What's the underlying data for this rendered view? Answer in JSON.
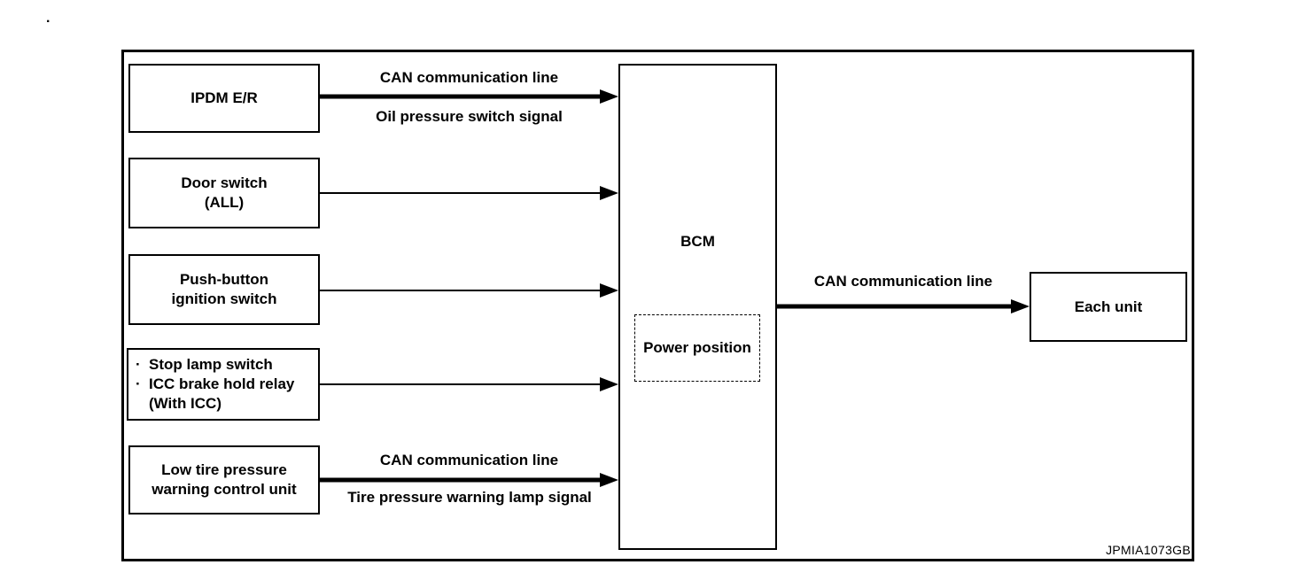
{
  "page": {
    "corner_dot": ".",
    "figure_code": "JPMIA1073GB"
  },
  "colors": {
    "ink": "#000000",
    "background": "#ffffff"
  },
  "nodes": {
    "ipdm": {
      "lines": [
        "IPDM E/R"
      ]
    },
    "door_switch": {
      "lines": [
        "Door switch",
        "(ALL)"
      ]
    },
    "push_button": {
      "lines": [
        "Push-button",
        "ignition switch"
      ]
    },
    "stop_lamp": {
      "bullet": "·",
      "lines": [
        "Stop lamp switch",
        "ICC brake hold relay",
        "(With ICC)"
      ]
    },
    "low_tire": {
      "lines": [
        "Low tire pressure",
        "warning control unit"
      ]
    },
    "bcm": {
      "label": "BCM",
      "power_position": {
        "label": "Power position"
      }
    },
    "each_unit": {
      "label": "Each unit"
    }
  },
  "arrows": {
    "ipdm_to_bcm": {
      "style": "thick",
      "label_above": "CAN communication line",
      "label_below": "Oil pressure switch signal"
    },
    "door_to_bcm": {
      "style": "thin"
    },
    "push_to_bcm": {
      "style": "thin"
    },
    "stop_to_bcm": {
      "style": "thin"
    },
    "tire_to_bcm": {
      "style": "thick",
      "label_above": "CAN communication line",
      "label_below": "Tire pressure warning lamp signal"
    },
    "bcm_to_each_unit": {
      "style": "thick",
      "label_above": "CAN communication line"
    }
  }
}
